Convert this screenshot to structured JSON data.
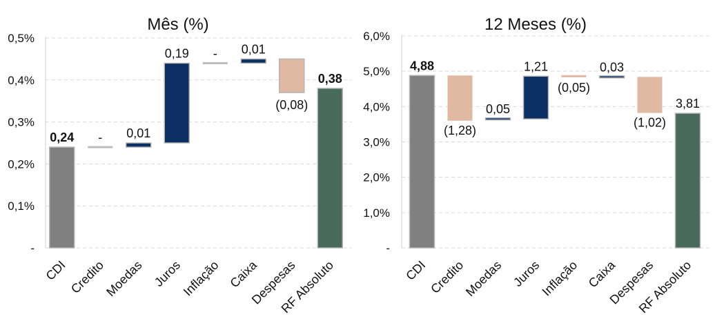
{
  "colors": {
    "cdi": "#808080",
    "credito": "#bdbdbd",
    "positive": "#0b2f63",
    "negative": "#e0b9a3",
    "neutral": "#bdbdbd",
    "total": "#486a5b",
    "grid": "#d9d9d9"
  },
  "chart_data": [
    {
      "type": "waterfall",
      "title": "Mês (%)",
      "categories": [
        "CDI",
        "Credito",
        "Moedas",
        "Juros",
        "Inflação",
        "Caixa",
        "Despesas",
        "RF Absoluto"
      ],
      "values": [
        0.24,
        0.0,
        0.01,
        0.19,
        0.0,
        0.01,
        -0.08,
        0.38
      ],
      "labels": [
        "0,24",
        "-",
        "0,01",
        "0,19",
        "-",
        "0,01",
        "(0,08)",
        "0,38"
      ],
      "kinds": [
        "base",
        "zero",
        "up",
        "up",
        "zero",
        "up",
        "down",
        "total"
      ],
      "bold": [
        true,
        false,
        false,
        false,
        false,
        false,
        false,
        true
      ],
      "ylim": [
        0,
        0.5
      ],
      "yticks": [
        0,
        0.1,
        0.2,
        0.3,
        0.4,
        0.5
      ],
      "ytick_labels": [
        "-",
        "0,1%",
        "0,2%",
        "0,3%",
        "0,4%",
        "0,5%"
      ],
      "grid": true
    },
    {
      "type": "waterfall",
      "title": "12 Meses (%)",
      "categories": [
        "CDI",
        "Credito",
        "Moedas",
        "Juros",
        "Inflação",
        "Caixa",
        "Despesas",
        "RF Absoluto"
      ],
      "values": [
        4.88,
        -1.28,
        0.05,
        1.21,
        -0.05,
        0.03,
        -1.02,
        3.81
      ],
      "labels": [
        "4,88",
        "(1,28)",
        "0,05",
        "1,21",
        "(0,05)",
        "0,03",
        "(1,02)",
        "3,81"
      ],
      "kinds": [
        "base",
        "down",
        "up",
        "up",
        "down",
        "up",
        "down",
        "total"
      ],
      "bold": [
        true,
        false,
        false,
        false,
        false,
        false,
        false,
        false
      ],
      "ylim": [
        0,
        6
      ],
      "yticks": [
        0,
        1,
        2,
        3,
        4,
        5,
        6
      ],
      "ytick_labels": [
        "-",
        "1,0%",
        "2,0%",
        "3,0%",
        "4,0%",
        "5,0%",
        "6,0%"
      ],
      "grid": true
    }
  ]
}
